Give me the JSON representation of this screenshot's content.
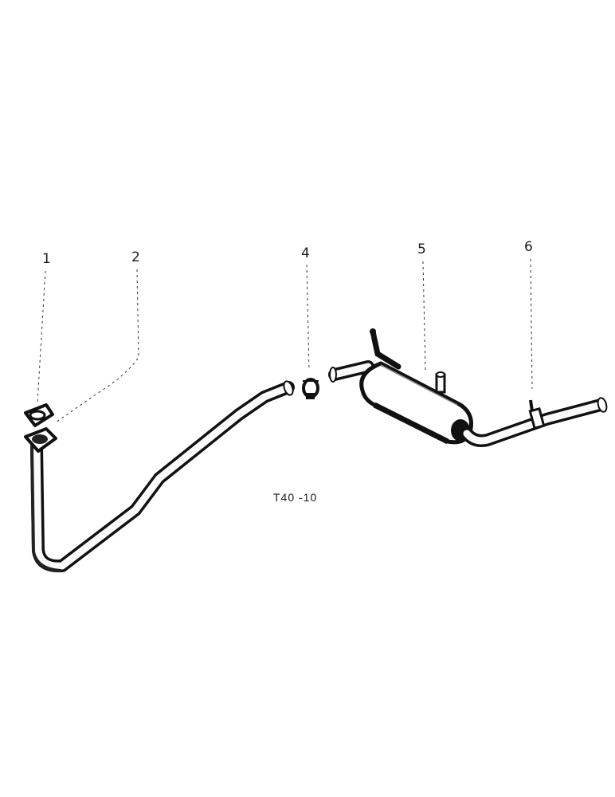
{
  "callouts": {
    "c1": "1",
    "c2": "2",
    "c4": "4",
    "c5": "5",
    "c6": "6"
  },
  "figure_code": "T40 -10",
  "colors": {
    "ink": "#111111",
    "paper": "#ffffff"
  }
}
